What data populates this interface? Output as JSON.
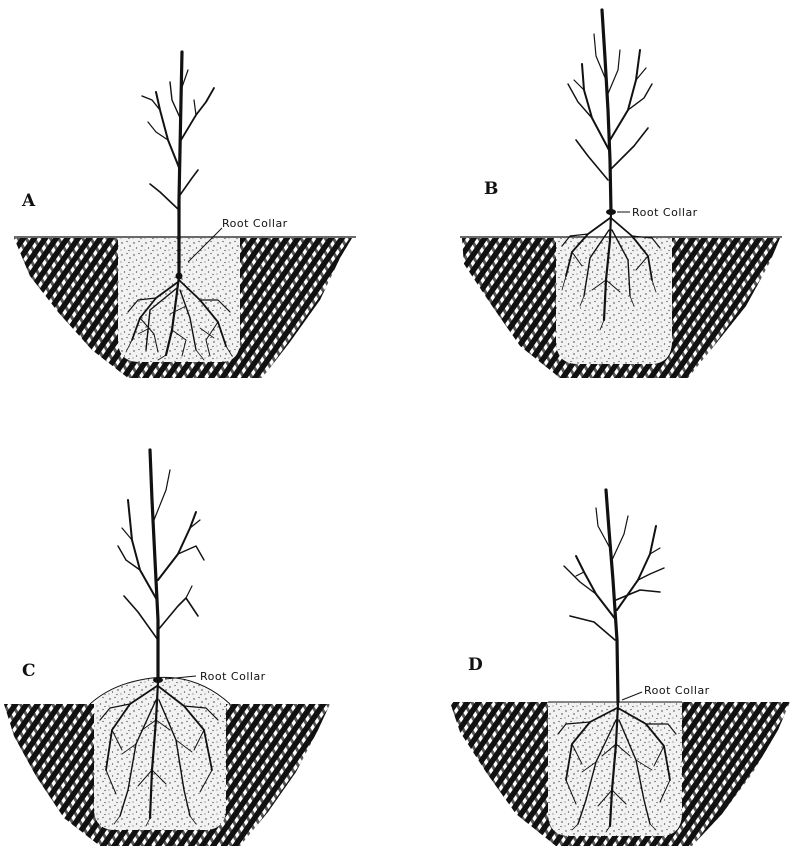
{
  "panels": [
    {
      "id": "A",
      "letter": "A",
      "label": "Root Collar",
      "collar": "deep"
    },
    {
      "id": "B",
      "letter": "B",
      "label": "Root Collar",
      "collar": "high"
    },
    {
      "id": "C",
      "letter": "C",
      "label": "Root Collar",
      "collar": "mounded"
    },
    {
      "id": "D",
      "letter": "D",
      "label": "Root Collar",
      "collar": "level"
    }
  ],
  "colors": {
    "ink": "#111111",
    "fill_soil": "#f4f4f4",
    "paper": "#ffffff"
  }
}
